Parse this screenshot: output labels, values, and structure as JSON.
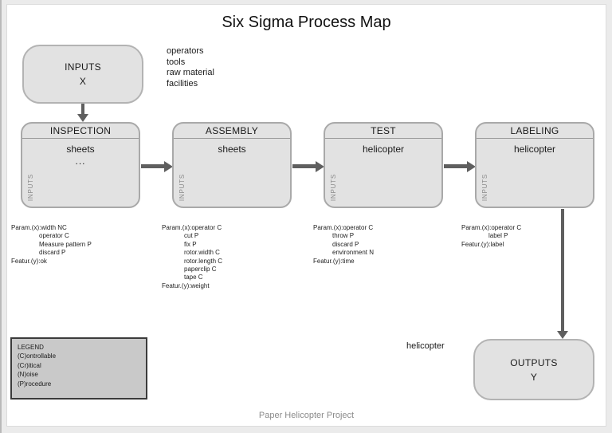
{
  "title": "Six Sigma Process Map",
  "footer": "Paper Helicopter Project",
  "input_node": {
    "label": "INPUTS",
    "variable": "X"
  },
  "output_node": {
    "label": "OUTPUTS",
    "variable": "Y"
  },
  "input_resources": [
    "operators",
    "tools",
    "raw material",
    "facilities"
  ],
  "output_item_label": "helicopter",
  "process_boxes": [
    {
      "title": "INSPECTION",
      "item": "sheets",
      "extra": "...",
      "side_label": "INPUTS"
    },
    {
      "title": "ASSEMBLY",
      "item": "sheets",
      "side_label": "INPUTS"
    },
    {
      "title": "TEST",
      "item": "helicopter",
      "side_label": "INPUTS"
    },
    {
      "title": "LABELING",
      "item": "helicopter",
      "side_label": "INPUTS"
    }
  ],
  "param_blocks": [
    {
      "lines": [
        "Param.(x):width NC",
        "operator C",
        "Measure pattern P",
        "discard P",
        "Featur.(y):ok"
      ]
    },
    {
      "lines": [
        "Param.(x):operator C",
        "cut P",
        "fix P",
        "rotor.width C",
        "rotor.length C",
        "paperclip C",
        "tape C",
        "Featur.(y):weight"
      ]
    },
    {
      "lines": [
        "Param.(x):operator C",
        "throw P",
        "discard P",
        "environment N",
        "Featur.(y):time"
      ]
    },
    {
      "lines": [
        "Param.(x):operator C",
        "label P",
        "Featur.(y):label"
      ]
    }
  ],
  "legend": {
    "title": "LEGEND",
    "items": [
      "(C)ontrollable",
      "(Cr)itical",
      "(N)oise",
      "(P)rocedure"
    ]
  },
  "colors": {
    "box_fill": "#e2e2e2",
    "box_border": "#a9a9a9",
    "arrow": "#5f5f5f",
    "legend_fill": "#c9c9c9",
    "muted_text": "#8a8a8a"
  }
}
